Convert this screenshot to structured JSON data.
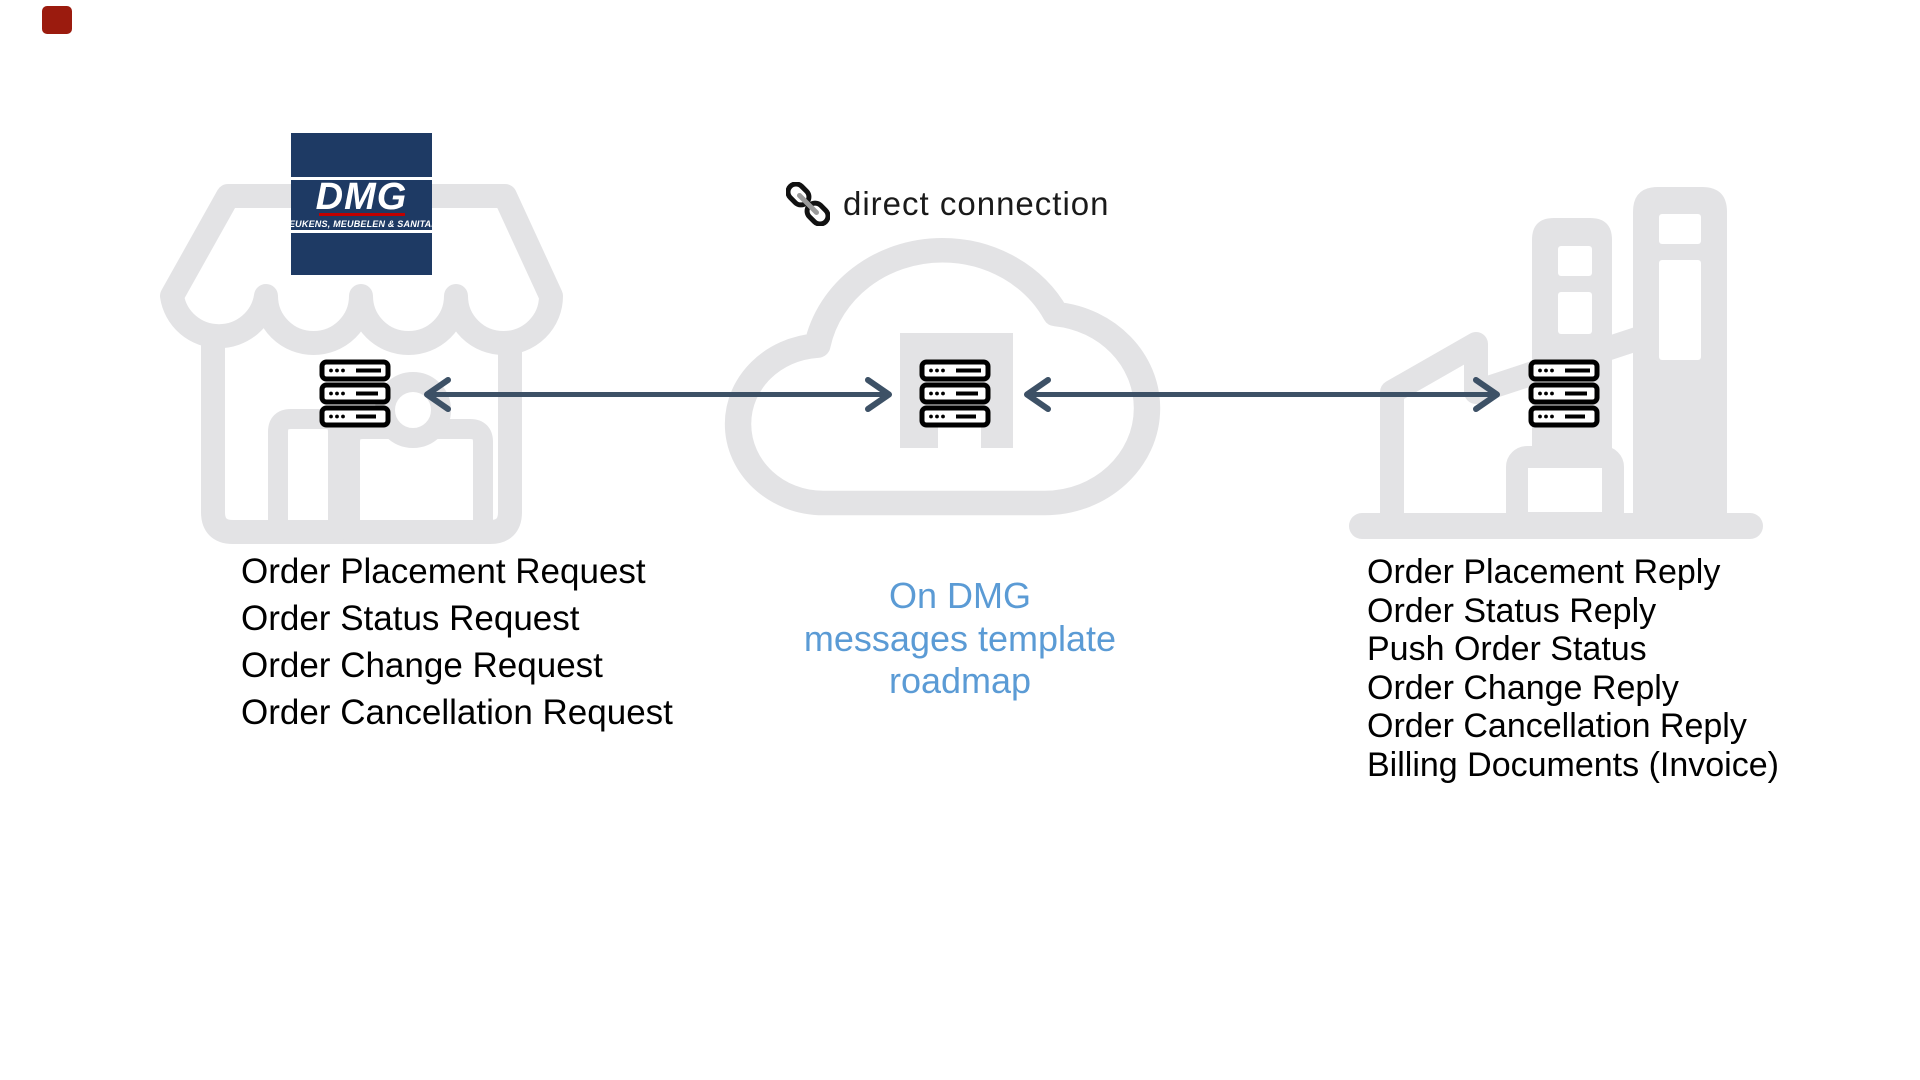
{
  "header": {
    "connection_label": "direct connection",
    "link_icon": "chain-link-icon"
  },
  "store": {
    "logo_title": "DMG",
    "logo_subtitle": "KEUKENS, MEUBELEN & SANITAIR",
    "icon": "storefront-icon",
    "server_icon": "server-stack-icon"
  },
  "cloud": {
    "icon": "cloud-icon",
    "server_icon": "server-stack-icon"
  },
  "factory": {
    "icon": "factory-icon",
    "server_icon": "server-stack-icon"
  },
  "left_list": {
    "items": [
      "Order Placement Request",
      "Order Status Request",
      "Order Change Request",
      "Order Cancellation Request"
    ]
  },
  "center_note": {
    "lines": [
      "On DMG",
      "messages template",
      "roadmap"
    ]
  },
  "right_list": {
    "items": [
      "Order Placement Reply",
      "Order Status Reply",
      "Push Order Status",
      "Order Change Reply",
      "Order Cancellation Reply",
      "Billing Documents (Invoice)"
    ]
  },
  "colors": {
    "accent_blue": "#5b9bd5",
    "arrow": "#3d5166",
    "icon_gray": "#e3e3e5",
    "logo_navy": "#1e3a64",
    "logo_red": "#c00000",
    "marker_red": "#9b1b0e"
  }
}
